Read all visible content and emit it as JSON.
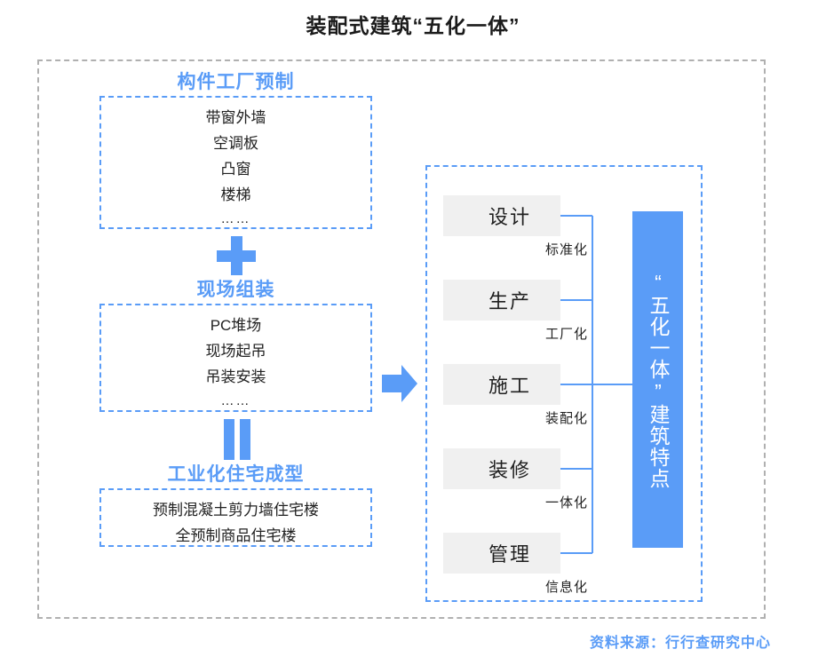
{
  "title": "装配式建筑“五化一体”",
  "source": "资料来源：行行查研究中心",
  "colors": {
    "accent_blue": "#5a9cf7",
    "frame_gray": "#b0b0b0",
    "box_gray": "#f0f0f0",
    "text_dark": "#1f1f1f"
  },
  "left_column": {
    "stages": [
      {
        "heading": "构件工厂预制",
        "items": [
          "带窗外墙",
          "空调板",
          "凸窗",
          "楼梯",
          "……"
        ]
      },
      {
        "operator": "plus",
        "operator_symbol": "+",
        "heading": "现场组装",
        "items": [
          "PC堆场",
          "现场起吊",
          "吊装安装",
          "……"
        ]
      },
      {
        "operator": "equals",
        "operator_symbol": "=",
        "heading": "工业化住宅成型",
        "items": [
          "预制混凝土剪力墙住宅楼",
          "全预制商品住宅楼"
        ]
      }
    ]
  },
  "connector": {
    "arrow": "right-arrow"
  },
  "right_panel": {
    "phases": [
      {
        "name": "设计",
        "tag": "标准化"
      },
      {
        "name": "生产",
        "tag": "工厂化"
      },
      {
        "name": "施工",
        "tag": "装配化"
      },
      {
        "name": "装修",
        "tag": "一体化"
      },
      {
        "name": "管理",
        "tag": "信息化"
      }
    ],
    "feature_box": {
      "text": "“五化一体”建筑特点"
    }
  }
}
